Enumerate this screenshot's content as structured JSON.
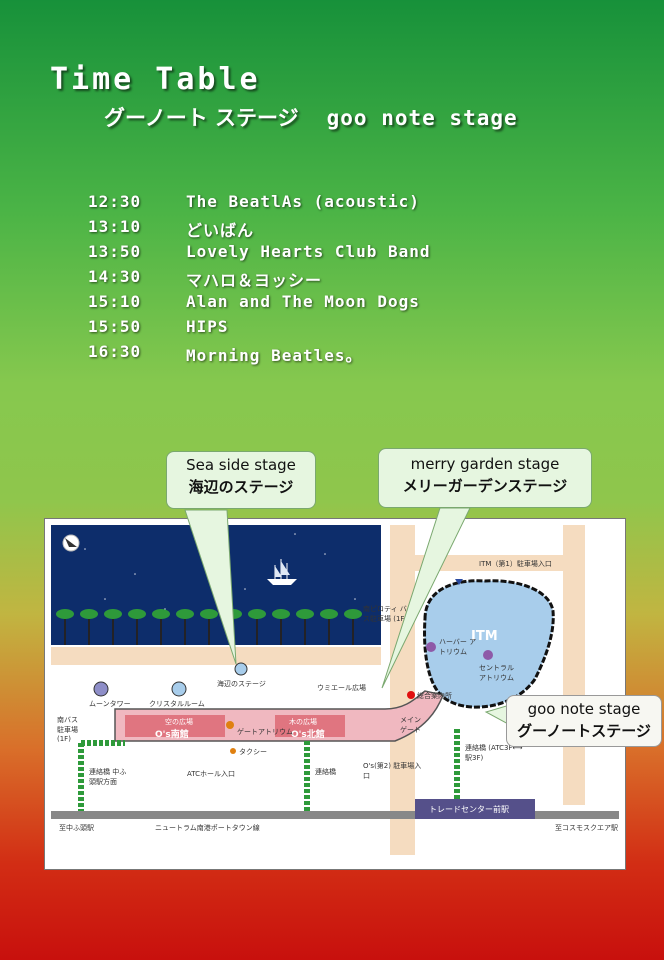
{
  "header": {
    "title": "Time Table",
    "subtitle_jp": "グーノート ステージ",
    "subtitle_en": "goo note stage"
  },
  "schedule": [
    {
      "time": "12:30",
      "act": "The BeatlAs (acoustic)"
    },
    {
      "time": "13:10",
      "act": "どいばん"
    },
    {
      "time": "13:50",
      "act": "Lovely Hearts Club Band"
    },
    {
      "time": "14:30",
      "act": "マハロ＆ヨッシー"
    },
    {
      "time": "15:10",
      "act": "Alan and The Moon Dogs"
    },
    {
      "time": "15:50",
      "act": "HIPS"
    },
    {
      "time": "16:30",
      "act": "Morning Beatles。"
    }
  ],
  "callouts": {
    "seaside": {
      "en": "Sea side stage",
      "jp": "海辺のステージ"
    },
    "merry": {
      "en": "merry garden stage",
      "jp": "メリーガーデンステージ"
    },
    "goonote": {
      "en": "goo note stage",
      "jp": "グーノートステージ"
    }
  },
  "map": {
    "itm_label": "ITM",
    "itm_parking": "ITM（第1）駐車場入口",
    "bus_parking_right": "南ピロティ バス駐車場 (1F)",
    "harbor_atrium": "ハーバー アトリウム",
    "central_atrium": "セントラル アトリウム",
    "info": "総合案内所",
    "main_gate": "メイン ゲート",
    "umieru": "ウミエール広場",
    "seaside_stage": "海辺のステージ",
    "moon_tower": "ムーンタワー",
    "crystal_room": "クリスタルルーム",
    "bus_parking_left": "南バス 駐車場 (1F)",
    "os_south": "O's南館",
    "os_north": "O's北館",
    "sora_hall": "空の広場",
    "ki_hall": "木の広場",
    "gate_atrium": "ゲートアトリウム",
    "taxi": "タクシー",
    "atc_hall": "ATCホール入口",
    "walkway_left": "連絡橋 中ふ頭駅方面",
    "walkway_mid": "連絡橋",
    "walkway_right": "連絡橋 (ATC3F⟷ 駅3F)",
    "os_parking": "O's(第2) 駐車場入口",
    "station": "トレードセンター前駅",
    "newtram": "ニュートラム南港ポートタウン線",
    "to_left": "至中ふ頭駅",
    "to_right": "至コスモスクエア駅"
  }
}
